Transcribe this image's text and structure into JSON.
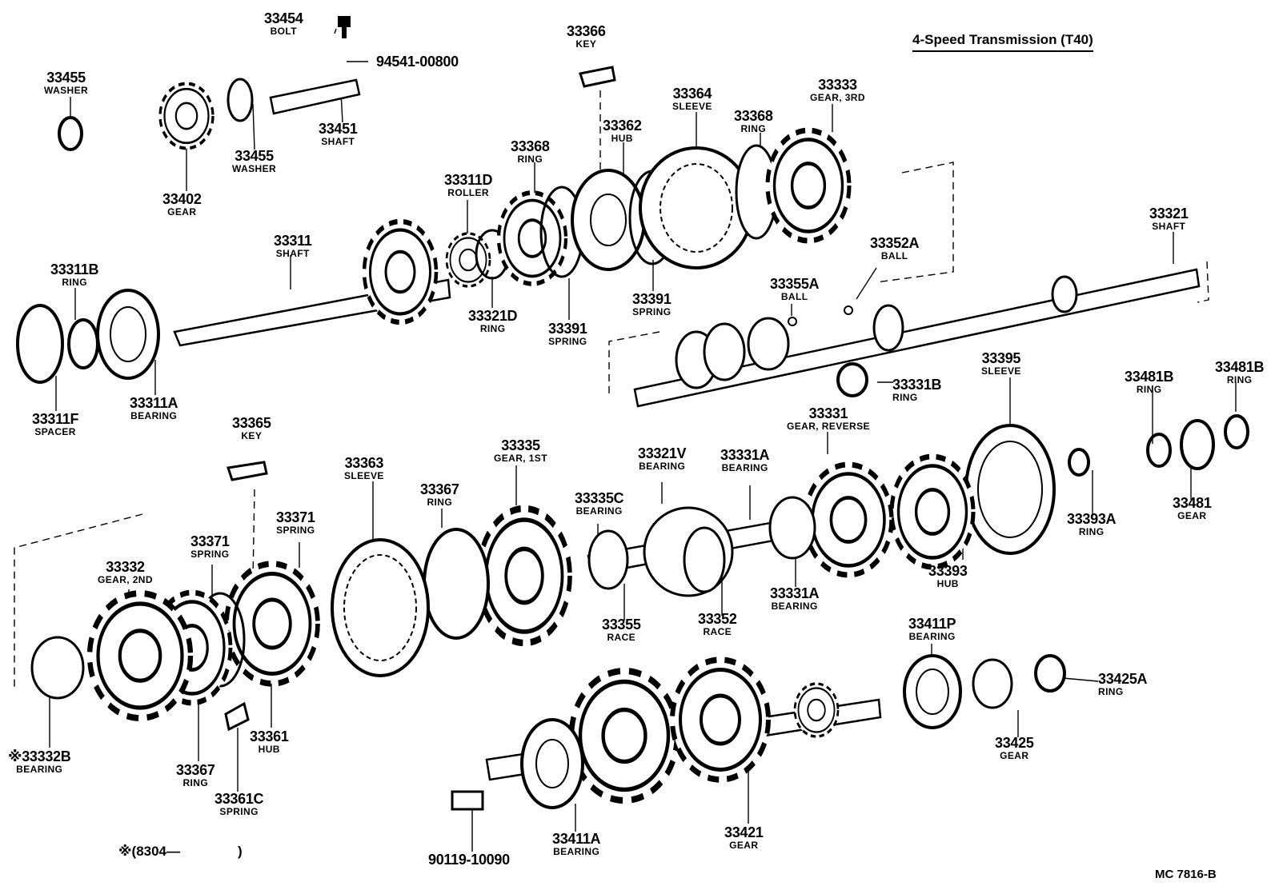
{
  "title": "4-Speed Transmission (T40)",
  "diagram_code": "MC 7816-B",
  "footnote": {
    "mark": "※",
    "text": "(8304—",
    "close": ")"
  },
  "parts": {
    "p33454": {
      "number": "33454",
      "name": "BOLT"
    },
    "p94541": {
      "number": "94541-00800",
      "name": ""
    },
    "p33366": {
      "number": "33366",
      "name": "KEY"
    },
    "p33455a": {
      "number": "33455",
      "name": "WASHER"
    },
    "p33455b": {
      "number": "33455",
      "name": "WASHER"
    },
    "p33451": {
      "number": "33451",
      "name": "SHAFT"
    },
    "p33402": {
      "number": "33402",
      "name": "GEAR"
    },
    "p33364": {
      "number": "33364",
      "name": "SLEEVE"
    },
    "p33333": {
      "number": "33333",
      "name": "GEAR, 3RD"
    },
    "p33362": {
      "number": "33362",
      "name": "HUB"
    },
    "p33368a": {
      "number": "33368",
      "name": "RING"
    },
    "p33368b": {
      "number": "33368",
      "name": "RING"
    },
    "p33311D": {
      "number": "33311D",
      "name": "ROLLER"
    },
    "p33311": {
      "number": "33311",
      "name": "SHAFT"
    },
    "p33311B": {
      "number": "33311B",
      "name": "RING"
    },
    "p33311A": {
      "number": "33311A",
      "name": "BEARING"
    },
    "p33311F": {
      "number": "33311F",
      "name": "SPACER"
    },
    "p33321D": {
      "number": "33321D",
      "name": "RING"
    },
    "p33391a": {
      "number": "33391",
      "name": "SPRING"
    },
    "p33391b": {
      "number": "33391",
      "name": "SPRING"
    },
    "p33352A": {
      "number": "33352A",
      "name": "BALL"
    },
    "p33355A": {
      "number": "33355A",
      "name": "BALL"
    },
    "p33321": {
      "number": "33321",
      "name": "SHAFT"
    },
    "p33331B": {
      "number": "33331B",
      "name": "RING"
    },
    "p33395": {
      "number": "33395",
      "name": "SLEEVE"
    },
    "p33481Ba": {
      "number": "33481B",
      "name": "RING"
    },
    "p33481Bb": {
      "number": "33481B",
      "name": "RING"
    },
    "p33481": {
      "number": "33481",
      "name": "GEAR"
    },
    "p33331": {
      "number": "33331",
      "name": "GEAR, REVERSE"
    },
    "p33365": {
      "number": "33365",
      "name": "KEY"
    },
    "p33363": {
      "number": "33363",
      "name": "SLEEVE"
    },
    "p33335": {
      "number": "33335",
      "name": "GEAR, 1ST"
    },
    "p33321V": {
      "number": "33321V",
      "name": "BEARING"
    },
    "p33331Aa": {
      "number": "33331A",
      "name": "BEARING"
    },
    "p33331Ab": {
      "number": "33331A",
      "name": "BEARING"
    },
    "p33367a": {
      "number": "33367",
      "name": "RING"
    },
    "p33367b": {
      "number": "33367",
      "name": "RING"
    },
    "p33335C": {
      "number": "33335C",
      "name": "BEARING"
    },
    "p33371a": {
      "number": "33371",
      "name": "SPRING"
    },
    "p33371b": {
      "number": "33371",
      "name": "SPRING"
    },
    "p33332": {
      "number": "33332",
      "name": "GEAR, 2ND"
    },
    "p33393A": {
      "number": "33393A",
      "name": "RING"
    },
    "p33393": {
      "number": "33393",
      "name": "HUB"
    },
    "p33355": {
      "number": "33355",
      "name": "RACE"
    },
    "p33352": {
      "number": "33352",
      "name": "RACE"
    },
    "p33411P": {
      "number": "33411P",
      "name": "BEARING"
    },
    "p33425A": {
      "number": "33425A",
      "name": "RING"
    },
    "p33425": {
      "number": "33425",
      "name": "GEAR"
    },
    "p33361": {
      "number": "33361",
      "name": "HUB"
    },
    "p33361C": {
      "number": "33361C",
      "name": "SPRING"
    },
    "p33332B": {
      "number": "※33332B",
      "name": "BEARING"
    },
    "p33411A": {
      "number": "33411A",
      "name": "BEARING"
    },
    "p33421": {
      "number": "33421",
      "name": "GEAR"
    },
    "p90119": {
      "number": "90119-10090",
      "name": ""
    }
  }
}
